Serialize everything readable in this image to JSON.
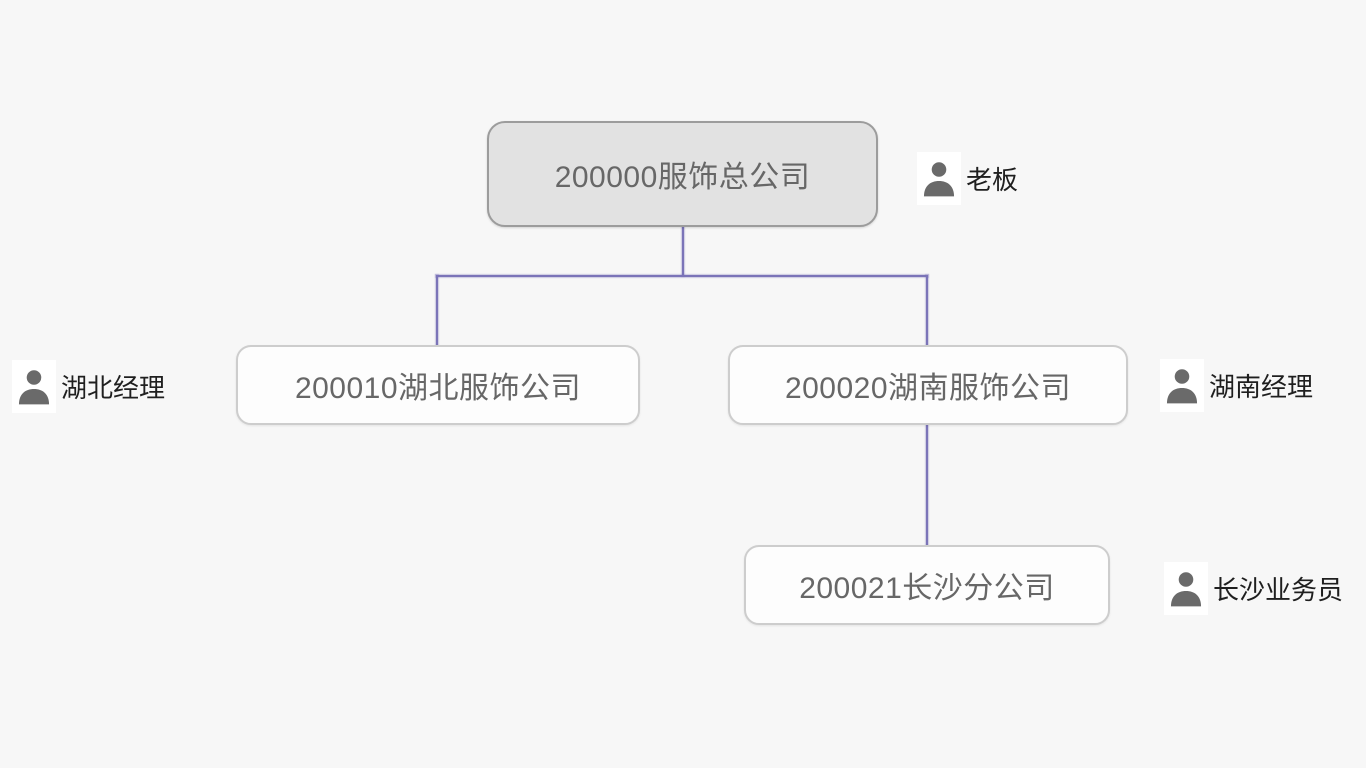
{
  "page": {
    "background_color": "#f7f7f7"
  },
  "org_chart": {
    "connector_color": "#7b74b8",
    "root_node_fill": "#e2e2e2",
    "root_node_border": "#9c9c9c",
    "child_node_fill": "#fdfdfd",
    "child_node_border": "#cdcdcd",
    "node_text_color": "#676767",
    "role_text_color": "#1f1f1f",
    "person_icon_color": "#6a6a6a",
    "nodes": [
      {
        "id": "root",
        "label": "200000服饰总公司"
      },
      {
        "id": "hubei",
        "label": "200010湖北服饰公司"
      },
      {
        "id": "hunan",
        "label": "200020湖南服饰公司"
      },
      {
        "id": "changsha",
        "label": "200021长沙分公司"
      }
    ],
    "edges": [
      {
        "from": "root",
        "to": "hubei"
      },
      {
        "from": "root",
        "to": "hunan"
      },
      {
        "from": "hunan",
        "to": "changsha"
      }
    ],
    "roles": [
      {
        "label": "老板",
        "node": "root",
        "side": "right",
        "icon": "person-icon"
      },
      {
        "label": "湖北经理",
        "node": "hubei",
        "side": "left",
        "icon": "person-icon"
      },
      {
        "label": "湖南经理",
        "node": "hunan",
        "side": "right",
        "icon": "person-icon"
      },
      {
        "label": "长沙业务员",
        "node": "changsha",
        "side": "right",
        "icon": "person-icon"
      }
    ]
  }
}
